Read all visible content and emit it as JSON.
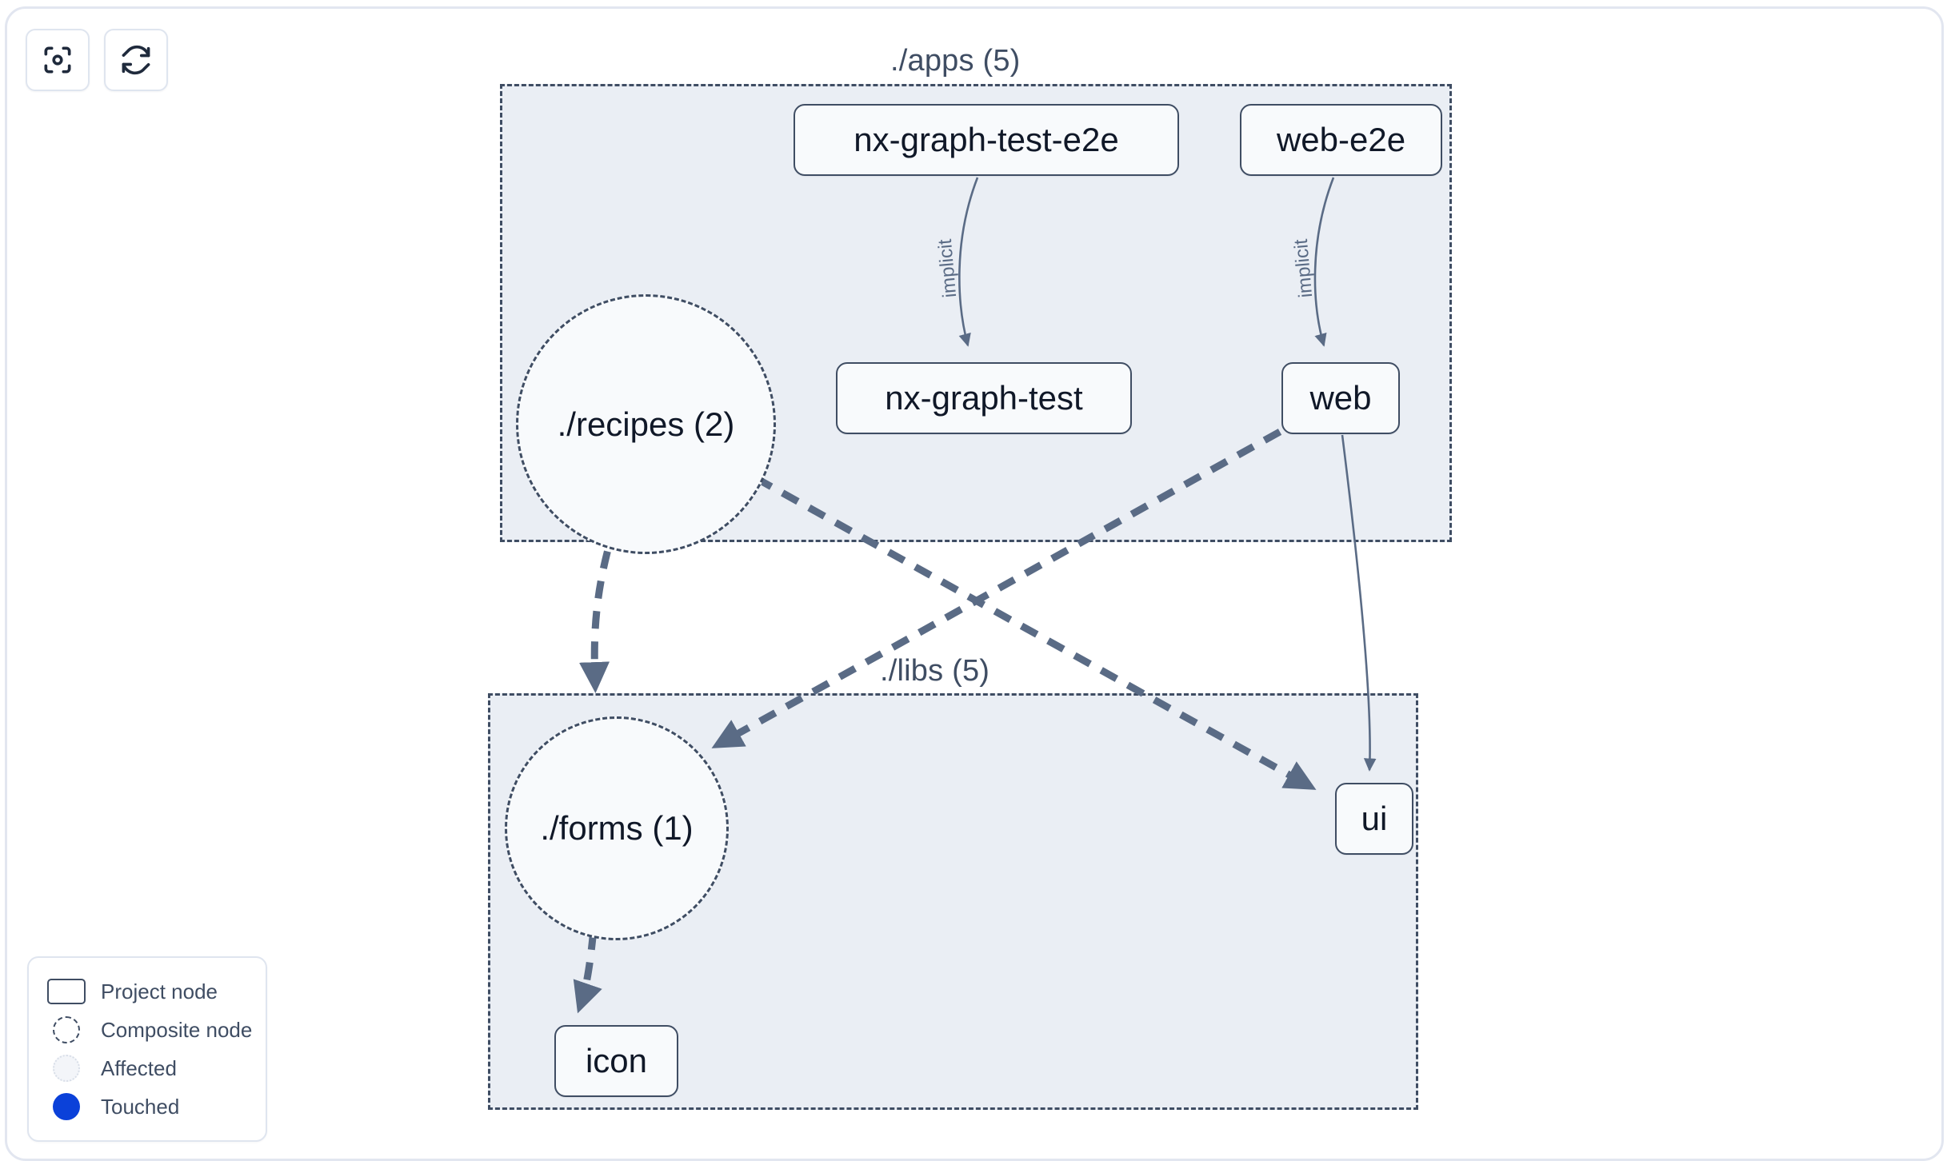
{
  "toolbar": {
    "buttons": [
      {
        "name": "focus-graph-button",
        "icon": "focus-target-icon",
        "label": ""
      },
      {
        "name": "refresh-graph-button",
        "icon": "refresh-sync-icon",
        "label": ""
      }
    ]
  },
  "colors": {
    "node_fill": "#f8fafc",
    "node_stroke": "#3f4d63",
    "group_fill": "#eaeef4",
    "group_stroke": "#3f4d63",
    "edge": "#5a6b85",
    "text": "#101828",
    "touched": "#0b41d9",
    "panel_border": "#e2e6f0",
    "background": "#ffffff"
  },
  "graph": {
    "groups": [
      {
        "id": "apps",
        "label": "./apps (5)"
      },
      {
        "id": "libs",
        "label": "./libs (5)"
      }
    ],
    "nodes": [
      {
        "id": "nx-graph-test-e2e",
        "label": "nx-graph-test-e2e",
        "type": "project",
        "group": "apps"
      },
      {
        "id": "web-e2e",
        "label": "web-e2e",
        "type": "project",
        "group": "apps"
      },
      {
        "id": "nx-graph-test",
        "label": "nx-graph-test",
        "type": "project",
        "group": "apps"
      },
      {
        "id": "web",
        "label": "web",
        "type": "project",
        "group": "apps"
      },
      {
        "id": "recipes",
        "label": "./recipes (2)",
        "type": "composite",
        "group": "apps"
      },
      {
        "id": "forms",
        "label": "./forms (1)",
        "type": "composite",
        "group": "libs"
      },
      {
        "id": "ui",
        "label": "ui",
        "type": "project",
        "group": "libs"
      },
      {
        "id": "icon",
        "label": "icon",
        "type": "project",
        "group": "libs"
      }
    ],
    "edges": [
      {
        "source": "nx-graph-test-e2e",
        "target": "nx-graph-test",
        "label": "implicit",
        "style": "solid"
      },
      {
        "source": "web-e2e",
        "target": "web",
        "label": "implicit",
        "style": "solid"
      },
      {
        "source": "web",
        "target": "ui",
        "label": "",
        "style": "solid"
      },
      {
        "source": "recipes",
        "target": "forms",
        "label": "",
        "style": "dashed"
      },
      {
        "source": "recipes",
        "target": "ui",
        "label": "",
        "style": "dashed"
      },
      {
        "source": "web",
        "target": "forms",
        "label": "",
        "style": "dashed"
      },
      {
        "source": "forms",
        "target": "icon",
        "label": "",
        "style": "dashed"
      }
    ]
  },
  "legend": {
    "items": [
      {
        "label": "Project node",
        "swatch": "project-node-swatch"
      },
      {
        "label": "Composite node",
        "swatch": "composite-node-swatch"
      },
      {
        "label": "Affected",
        "swatch": "affected-swatch"
      },
      {
        "label": "Touched",
        "swatch": "touched-swatch"
      }
    ]
  }
}
